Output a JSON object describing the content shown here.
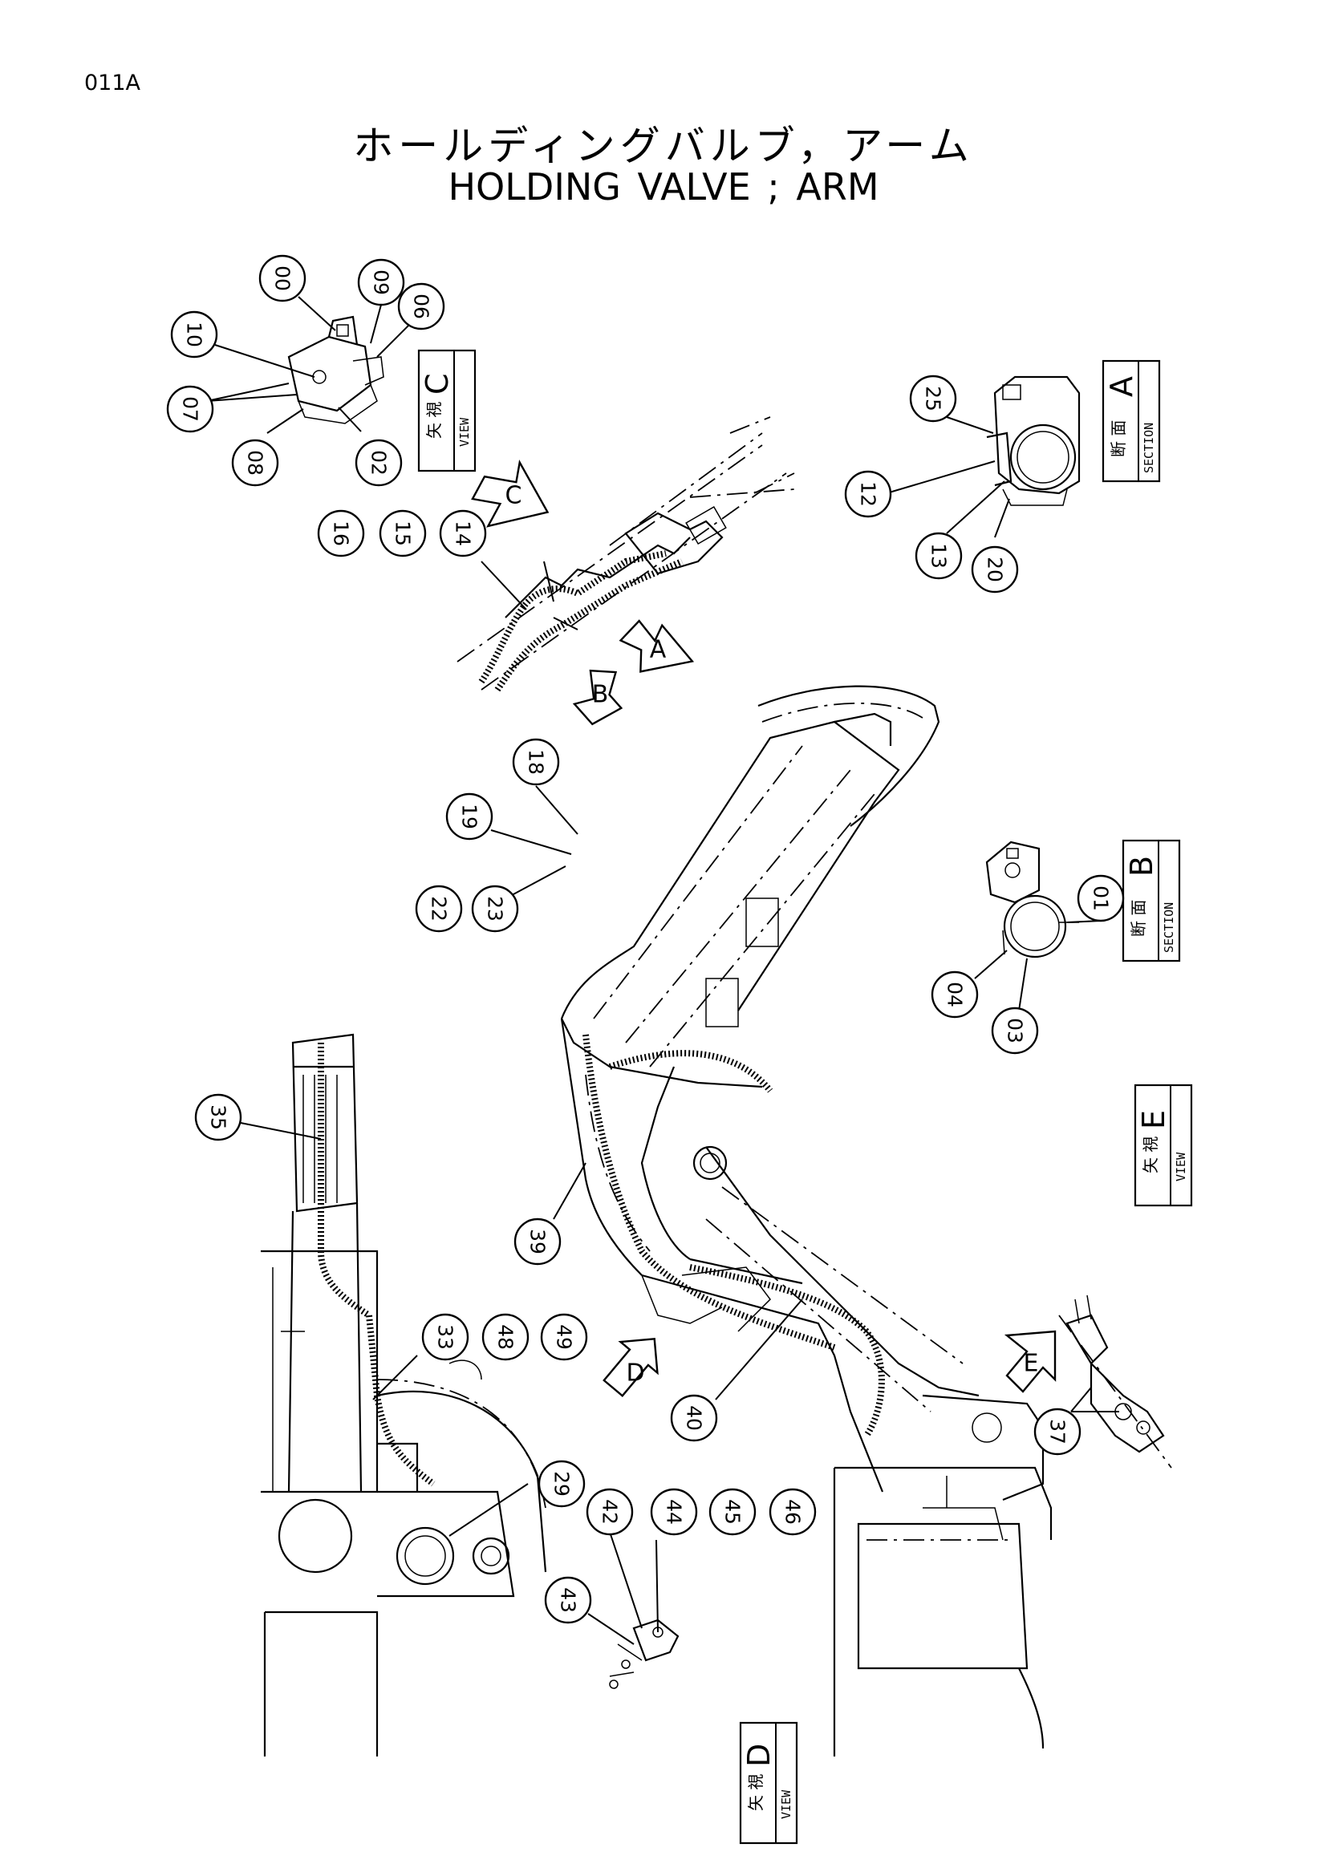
{
  "header": {
    "page_code": "011A",
    "title_jp": "ホールディングバルブ，アーム",
    "title_en": "HOLDING  VALVE ; ARM"
  },
  "views": {
    "view_c": {
      "jp": "矢 視",
      "en": "VIEW",
      "letter": "C"
    },
    "section_a": {
      "jp": "断 面",
      "en": "SECTION",
      "letter": "A"
    },
    "section_b": {
      "jp": "断 面",
      "en": "SECTION",
      "letter": "B"
    },
    "view_e": {
      "jp": "矢 視",
      "en": "VIEW",
      "letter": "E"
    },
    "view_d": {
      "jp": "矢 視",
      "en": "VIEW",
      "letter": "D"
    }
  },
  "arrows": {
    "a": "A",
    "b": "B",
    "c": "C",
    "d": "D",
    "e": "E"
  },
  "callouts": {
    "c00": "00",
    "c09": "09",
    "c06": "06",
    "c10": "10",
    "c07": "07",
    "c08": "08",
    "c02": "02",
    "c25": "25",
    "c12": "12",
    "c13": "13",
    "c20": "20",
    "c16": "16",
    "c15": "15",
    "c14": "14",
    "c18": "18",
    "c19": "19",
    "c22": "22",
    "c23": "23",
    "c01": "01",
    "c04": "04",
    "c03": "03",
    "c35": "35",
    "c39": "39",
    "c37": "37",
    "c33": "33",
    "c48": "48",
    "c49": "49",
    "c40": "40",
    "c29": "29",
    "c42": "42",
    "c44": "44",
    "c45": "45",
    "c46": "46",
    "c43": "43"
  }
}
